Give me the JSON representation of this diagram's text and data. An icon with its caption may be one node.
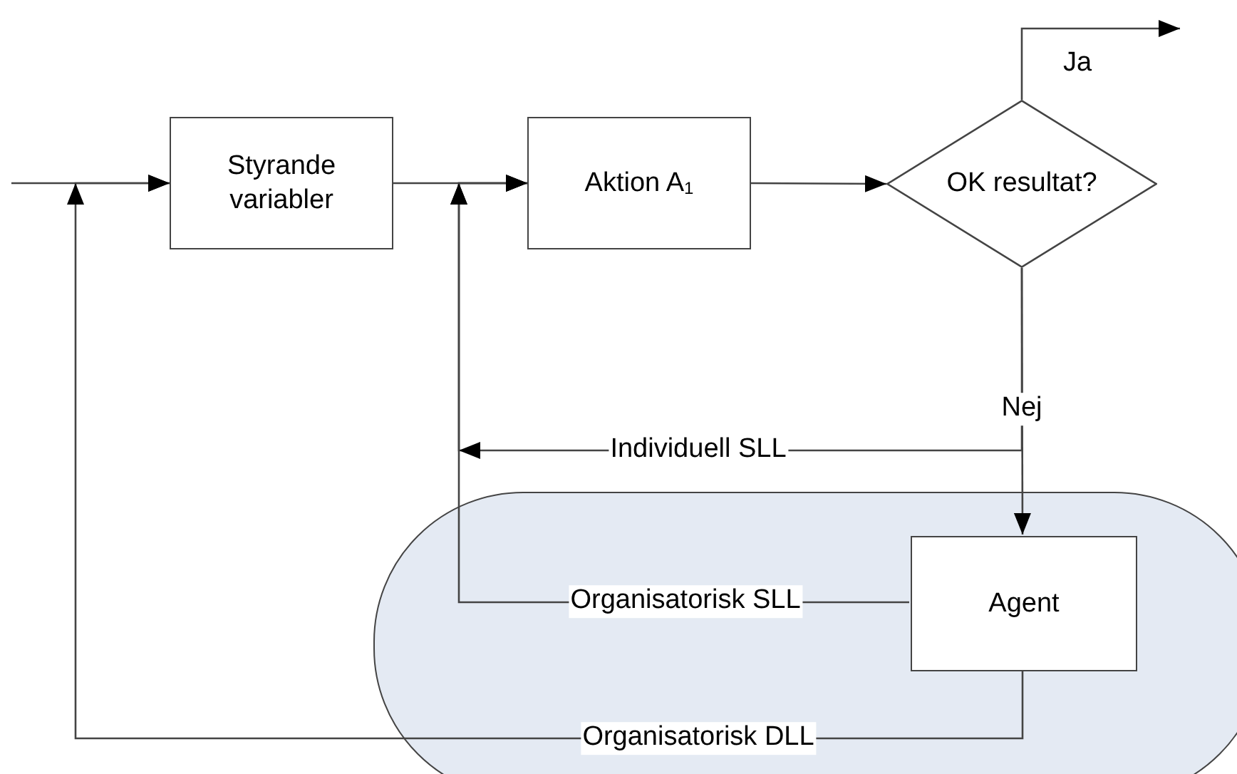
{
  "diagram": {
    "nodes": [
      {
        "text": [
          "Styrande variabler"
        ]
      },
      {
        "text": [
          "Aktion A$_{1}$"
        ]
      },
      {
        "text": [
          "OK resultat?"
        ]
      },
      {
        "text": [],
        "shape": "box"
      },
      {
        "text": [
          "Agent"
        ],
        "in": 3
      }
    ],
    "edges": [
      {
        "from": null,
        "to": 0,
        "arrow": "to"
      },
      {
        "from": 0,
        "to": 1,
        "arrow": "to"
      },
      {
        "from": 1,
        "to": 2,
        "arrow": "to"
      },
      {
        "from": 2,
        "to": null,
        "arrow": "to",
        "label": "Ja"
      },
      {
        "from": 2,
        "to": 4,
        "arrow": "to",
        "label": "Nej"
      },
      {
        "from": 2,
        "to": 1,
        "arrow": "to",
        "label": "Individuell SLL"
      },
      {
        "from": 4,
        "to": 1,
        "arrow": "to",
        "label": "Organisatorisk SLL"
      },
      {
        "from": 4,
        "to": 0,
        "arrow": "to",
        "label": "Organisatorisk DLL"
      }
    ]
  }
}
